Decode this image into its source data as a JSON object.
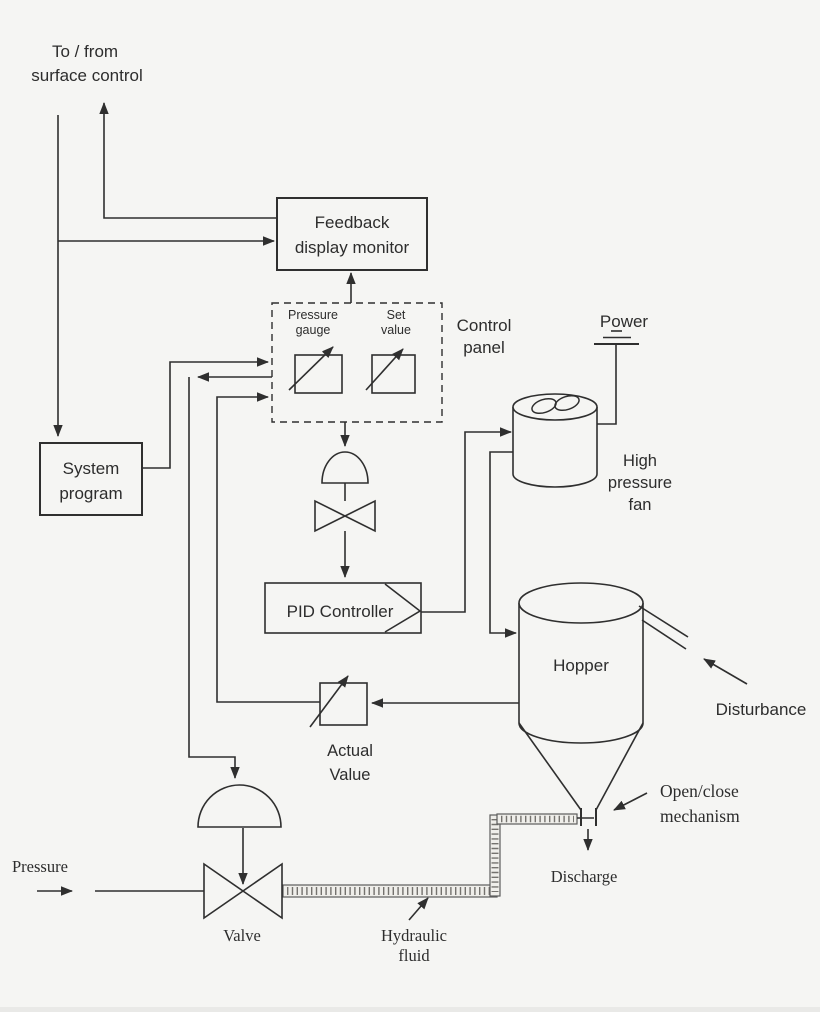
{
  "colors": {
    "background": "#f5f5f3",
    "line": "#2f2f2f",
    "text": "#2d2d2d",
    "pipe_fill": "#efeeea",
    "pipe_tick": "#74726e"
  },
  "labels": {
    "surface_control": {
      "line1": "To / from",
      "line2": "surface control"
    },
    "feedback_monitor": {
      "line1": "Feedback",
      "line2": "display monitor"
    },
    "control_panel": {
      "line1": "Control",
      "line2": "panel"
    },
    "pressure_gauge": {
      "line1": "Pressure",
      "line2": "gauge"
    },
    "set_value": {
      "line1": "Set",
      "line2": "value"
    },
    "system_program": {
      "line1": "System",
      "line2": "program"
    },
    "pid_controller": "PID Controller",
    "power": "Power",
    "high_pressure_fan": {
      "line1": "High",
      "line2": "pressure",
      "line3": "fan"
    },
    "hopper": "Hopper",
    "disturbance": "Disturbance",
    "actual_value": {
      "line1": "Actual",
      "line2": "Value"
    },
    "open_close_mechanism": {
      "line1": "Open/close",
      "line2": "mechanism"
    },
    "discharge": "Discharge",
    "pressure": "Pressure",
    "valve": "Valve",
    "hydraulic_fluid": {
      "line1": "Hydraulic",
      "line2": "fluid"
    }
  }
}
